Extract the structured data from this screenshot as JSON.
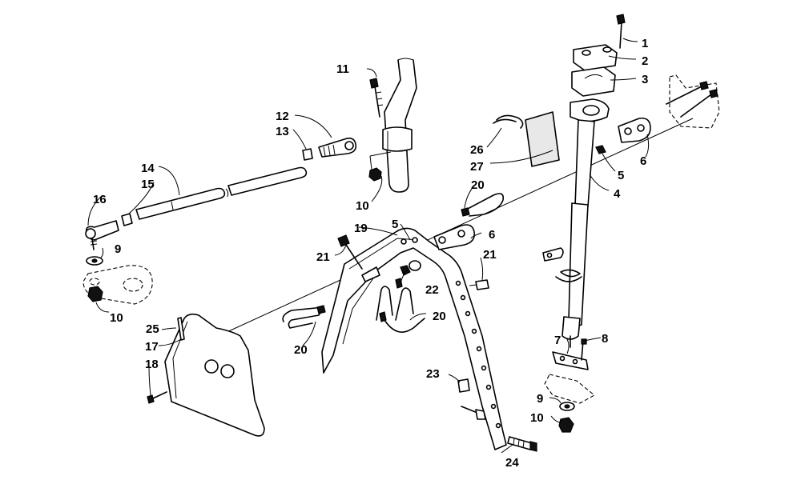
{
  "callouts": [
    {
      "id": "c1",
      "text": "1"
    },
    {
      "id": "c2",
      "text": "2"
    },
    {
      "id": "c3",
      "text": "3"
    },
    {
      "id": "c4",
      "text": "4"
    },
    {
      "id": "c5a",
      "text": "5"
    },
    {
      "id": "c5b",
      "text": "5"
    },
    {
      "id": "c6a",
      "text": "6"
    },
    {
      "id": "c6b",
      "text": "6"
    },
    {
      "id": "c7",
      "text": "7"
    },
    {
      "id": "c8",
      "text": "8"
    },
    {
      "id": "c9a",
      "text": "9"
    },
    {
      "id": "c9b",
      "text": "9"
    },
    {
      "id": "c10a",
      "text": "10"
    },
    {
      "id": "c10b",
      "text": "10"
    },
    {
      "id": "c10c",
      "text": "10"
    },
    {
      "id": "c11",
      "text": "11"
    },
    {
      "id": "c12",
      "text": "12"
    },
    {
      "id": "c13",
      "text": "13"
    },
    {
      "id": "c14",
      "text": "14"
    },
    {
      "id": "c15",
      "text": "15"
    },
    {
      "id": "c16",
      "text": "16"
    },
    {
      "id": "c17",
      "text": "17"
    },
    {
      "id": "c18",
      "text": "18"
    },
    {
      "id": "c19",
      "text": "19"
    },
    {
      "id": "c20a",
      "text": "20"
    },
    {
      "id": "c20b",
      "text": "20"
    },
    {
      "id": "c20c",
      "text": "20"
    },
    {
      "id": "c21a",
      "text": "21"
    },
    {
      "id": "c21b",
      "text": "21"
    },
    {
      "id": "c22",
      "text": "22"
    },
    {
      "id": "c23",
      "text": "23"
    },
    {
      "id": "c24",
      "text": "24"
    },
    {
      "id": "c25",
      "text": "25"
    },
    {
      "id": "c26",
      "text": "26"
    },
    {
      "id": "c27",
      "text": "27"
    }
  ]
}
